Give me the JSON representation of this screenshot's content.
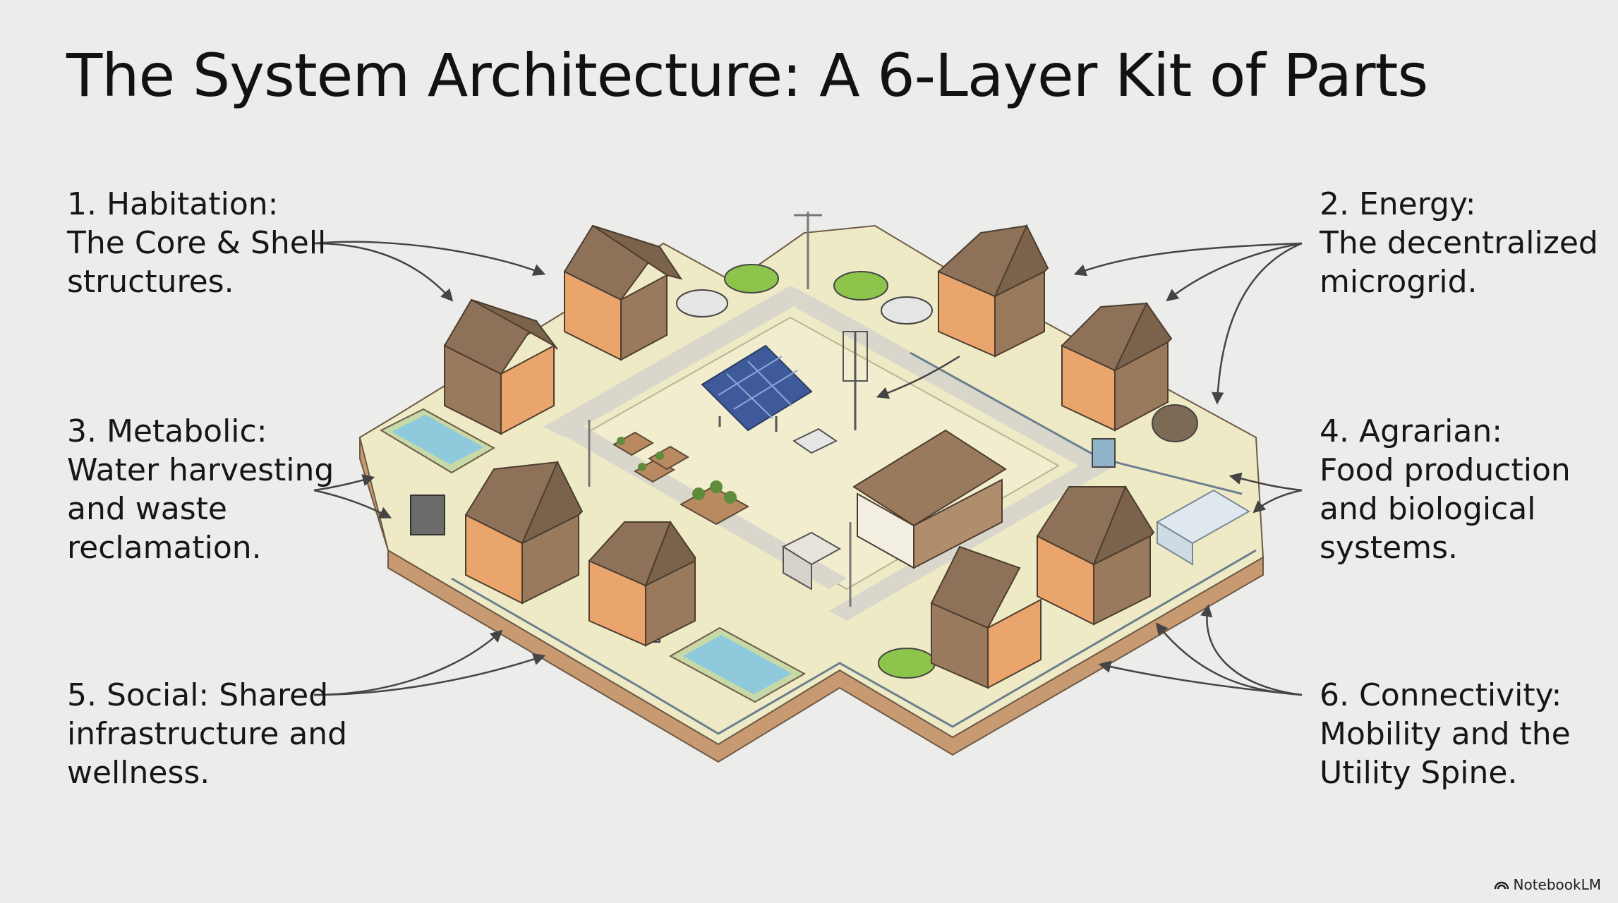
{
  "title": "The System Architecture: A 6-Layer Kit of Parts",
  "layers": [
    {
      "lines": [
        "1. Habitation:",
        "The Core & Shell",
        "structures."
      ]
    },
    {
      "lines": [
        "2. Energy:",
        "The decentralized",
        "microgrid."
      ]
    },
    {
      "lines": [
        "3. Metabolic:",
        "Water harvesting",
        "and waste",
        "reclamation."
      ]
    },
    {
      "lines": [
        "4. Agrarian:",
        "Food production",
        "and biological",
        "systems."
      ]
    },
    {
      "lines": [
        "5. Social: Shared",
        "infrastructure and",
        "wellness."
      ]
    },
    {
      "lines": [
        "6. Connectivity:",
        "Mobility and the",
        "Utility Spine."
      ]
    }
  ],
  "brand": {
    "label": "NotebookLM",
    "icon": "notebooklm-logo-icon"
  },
  "colors": {
    "background": "#ececea",
    "ground": "#efeac6",
    "soil": "#d9b38e",
    "wood": "#9a7a5c",
    "cladding": "#e9a56c",
    "roof": "#8d7259",
    "water": "#8fc9dc",
    "solar": "#3f5a9a",
    "car": "#8cc44c"
  }
}
